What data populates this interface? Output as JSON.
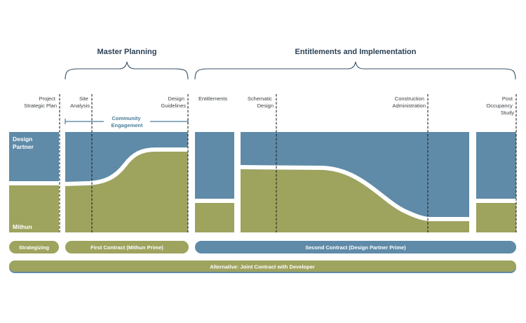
{
  "colors": {
    "blue": "#5f8ba9",
    "green": "#9ea35e",
    "divider": "#ffffff",
    "title": "#2c4156",
    "community": "#4a7d99"
  },
  "phases": {
    "master_planning": "Master Planning",
    "entitlements_implementation": "Entitlements and Implementation"
  },
  "stages": {
    "project_strategic_plan": [
      "Project",
      "Strategic Plan"
    ],
    "site_analysis": [
      "Site",
      "Analysis"
    ],
    "design_guidelines": [
      "Design",
      "Guidelines"
    ],
    "entitlements": [
      "Entitlements"
    ],
    "schematic_design": [
      "Schematic",
      "Design"
    ],
    "construction_administration": [
      "Construction",
      "Administration"
    ],
    "post_occupancy_study": [
      "Post",
      "Occupancy",
      "Study"
    ]
  },
  "community_engagement": [
    "Community",
    "Engagement"
  ],
  "bands": {
    "design_partner": [
      "Design",
      "Partner"
    ],
    "mithun": "Mithun"
  },
  "contracts": {
    "strategizing": "Strategizing",
    "first": "First Contract (Mithun Prime)",
    "second": "Second Contract (Design Partner Prime)",
    "alternative": "Alternative: Joint Contract with Developer"
  }
}
